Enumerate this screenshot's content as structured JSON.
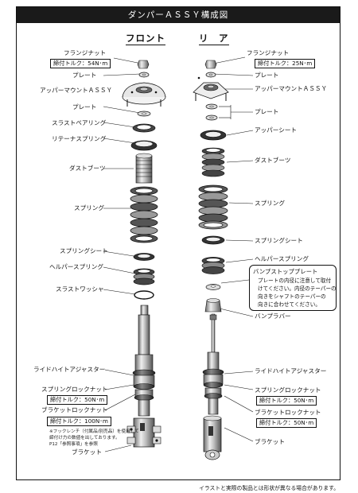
{
  "header": {
    "title": "ダンパーＡＳＳＹ構成図"
  },
  "columns": {
    "front": "フロント",
    "rear": "リ　ア"
  },
  "front_labels": {
    "flange_nut": "フランジナット",
    "plate1": "プレート",
    "upper_mount": "アッパーマウントＡＳＳＹ",
    "plate2": "プレート",
    "thrust_bearing": "スラストベアリング",
    "retainer_spring": "リテーナスプリング",
    "dust_boot": "ダストブーツ",
    "spring": "スプリング",
    "spring_seat": "スプリングシート",
    "helper_spring": "ヘルパースプリング",
    "thrust_washer": "スラストワッシャ",
    "ride_height_adjuster": "ライドハイトアジャスター",
    "spring_lock_nut": "スプリングロックナット",
    "bracket_lock_nut": "ブラケットロックナット",
    "bracket": "ブラケット"
  },
  "front_torques": {
    "flange_nut": "締付トルク：54N･m",
    "spring_lock_nut": "締付トルク：50N･m",
    "bracket_lock_nut": "締付トルク：100N･m"
  },
  "front_note": {
    "line1": "※フックレンチ（付属品/別売品）を使用して",
    "line2": "締付け力の数値を出しております。",
    "line3": "P12「参照事項」を参照"
  },
  "rear_labels": {
    "flange_nut": "フランジナット",
    "plate1": "プレート",
    "upper_mount": "アッパーマウントＡＳＳＹ",
    "plate2": "プレート",
    "upper_sheet": "アッパーシート",
    "dust_boot": "ダストブーツ",
    "spring": "スプリング",
    "spring_seat": "スプリングシート",
    "helper_spring": "ヘルパースプリング",
    "bump_rubber": "バンプラバー",
    "ride_height_adjuster": "ライドハイトアジャスター",
    "spring_lock_nut": "スプリングロックナット",
    "bracket_lock_nut": "ブラケットロックナット",
    "bracket": "ブラケット"
  },
  "rear_torques": {
    "flange_nut": "締付トルク：25N･m",
    "spring_lock_nut": "締付トルク：50N･m",
    "bracket_lock_nut": "締付トルク：50N･m"
  },
  "bump_stop_note": {
    "title": "バンプストッププレート",
    "line1": "プレートの内径に注意して取付",
    "line2": "けてください。内径のテーパーの",
    "line3": "向きをシャフトのテーパーの",
    "line4": "向きに合わせてください。"
  },
  "footer": "イラストと実際の製品とは形状が異なる場合があります。"
}
